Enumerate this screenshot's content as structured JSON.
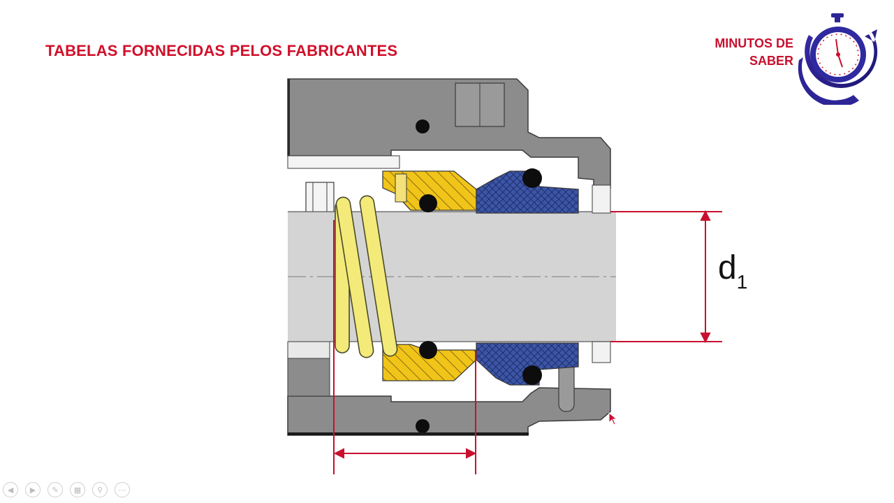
{
  "slide": {
    "title": "TABELAS FORNECIDAS PELOS FABRICANTES"
  },
  "brand": {
    "line1": "MINUTOS DE",
    "line2": "SABER"
  },
  "diagram": {
    "dimension_label": "d",
    "dimension_subscript": "1"
  },
  "colors": {
    "title_red": "#d0102a",
    "housing_gray": "#8c8c8c",
    "shaft_gray": "#d4d4d4",
    "spring_yellow": "#f3ea79",
    "seal_yellow": "#f0c419",
    "seat_blue": "#3c55a6",
    "dimension_red": "#c8102e"
  },
  "toolbar": {
    "icons": [
      "previous-icon",
      "next-icon",
      "pen-icon",
      "slides-icon",
      "zoom-icon",
      "more-icon"
    ]
  }
}
